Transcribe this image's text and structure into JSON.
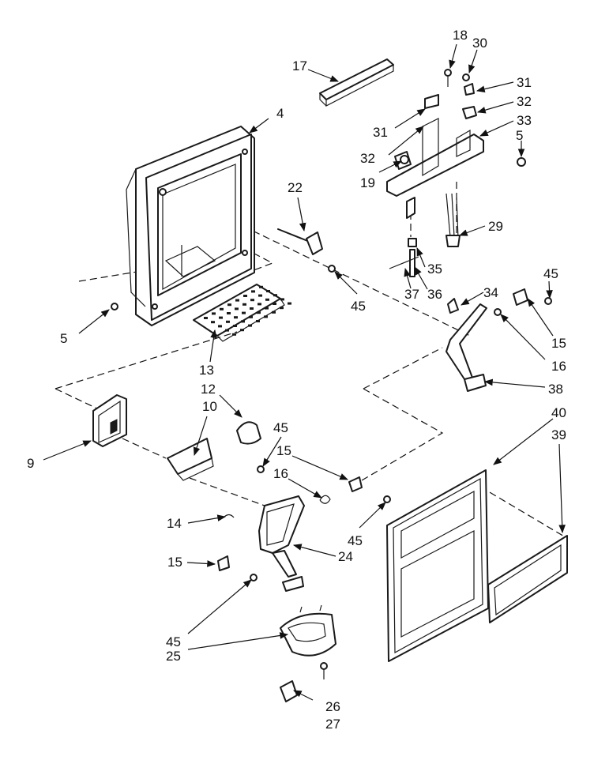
{
  "diagram": {
    "callouts": [
      "4",
      "5",
      "5",
      "9",
      "10",
      "12",
      "13",
      "14",
      "15",
      "15",
      "15",
      "16",
      "16",
      "17",
      "18",
      "19",
      "22",
      "24",
      "25",
      "26",
      "27",
      "29",
      "30",
      "31",
      "31",
      "32",
      "32",
      "33",
      "34",
      "35",
      "36",
      "37",
      "38",
      "39",
      "40",
      "45",
      "45",
      "45",
      "45",
      "45"
    ]
  },
  "icons": {
    "arrowhead": "arrowhead-icon"
  }
}
